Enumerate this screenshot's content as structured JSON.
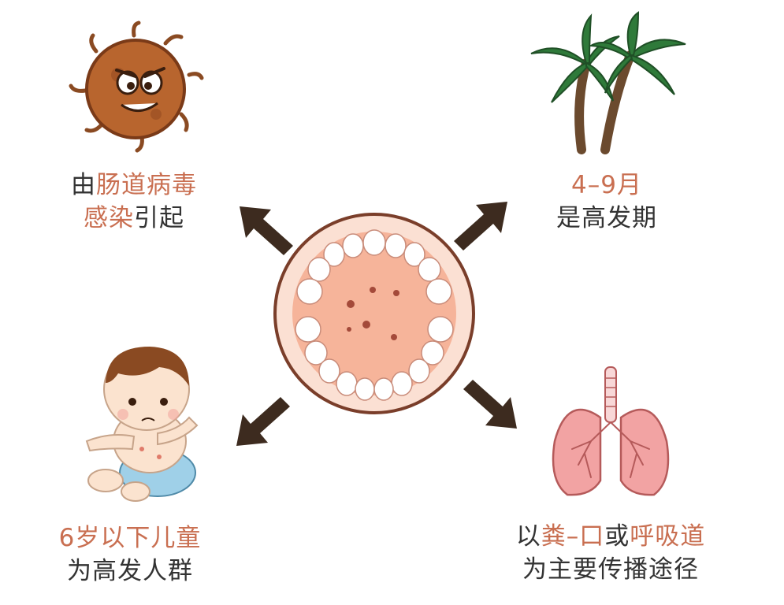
{
  "colors": {
    "highlight": "#c96f51",
    "text": "#333333",
    "arrow": "#3d2b1f",
    "gum": "#f6b49a",
    "tooth": "#ffffff",
    "virus": "#b8652e",
    "palm_leaf": "#2f7a3a",
    "lung": "#f2a3a3"
  },
  "top_left": {
    "icon": "virus-icon",
    "line1": {
      "a": "由",
      "b": "肠道病毒"
    },
    "line2": {
      "a": "感染",
      "b": "引起"
    }
  },
  "top_right": {
    "icon": "palm-tree-icon",
    "line1": "4–9月",
    "line2": "是高发期"
  },
  "bottom_left": {
    "icon": "baby-icon",
    "line1": "6岁以下儿童",
    "line2": "为高发人群"
  },
  "bottom_right": {
    "icon": "lungs-icon",
    "line1": {
      "a": "以",
      "b": "粪–口",
      "c": "或",
      "d": "呼吸道"
    },
    "line2": "为主要传播途径"
  },
  "center": {
    "icon": "mouth-teeth-icon"
  }
}
